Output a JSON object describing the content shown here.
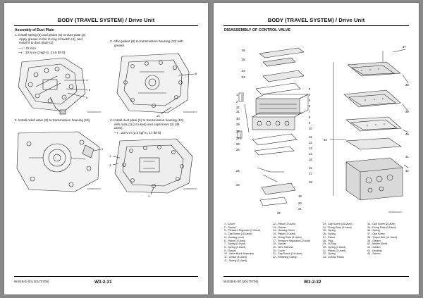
{
  "left_page": {
    "header": "BODY (TRAVEL SYSTEM) / Drive Unit",
    "section_title": "Assembly of Duct Plate",
    "step1": [
      "1.  Install spring (6) and piston (5) to duct plate (2).",
      "Apply grease to the O-ring of switch (4), and",
      "install it to duct plate (2)."
    ],
    "step1_wrench": ": 22 mm",
    "step1_torque": ": 30 N·m (3 kgf·m, 21.5 lbf·ft)",
    "step2": "2.  Install relief valve (9) to transmission housing (10).",
    "step3": [
      "3.  Affix gasket (8) to transmission housing (10) with",
      "grease."
    ],
    "step4": [
      "4.  Install duct plate (2) to transmission housing (10)",
      "with nuts (1) (14 used) and capscrews (3) (36",
      "used)."
    ],
    "step4_torque": ": 23 N·m (2.3 kgf·m, 17 lbf·ft)",
    "fig_labels": {
      "f1": [
        "4",
        "6",
        "5"
      ],
      "f2": [
        "9"
      ],
      "f3": [
        "8",
        "10"
      ],
      "f4": [
        "1",
        "3",
        "2"
      ]
    },
    "captions": [
      "WHGB00403470",
      "WHGB00403471",
      "WHGB00403472",
      "WHGB00403473"
    ],
    "footer_code": "W4GB-E-00 (20170706)",
    "page_number": "W3-2-31"
  },
  "right_page": {
    "header": "BODY (TRAVEL SYSTEM) / Drive Unit",
    "section_title": "DISASSEMBLY OF CONTROL VALVE",
    "callouts": [
      "36",
      "37",
      "35",
      "34",
      "33",
      "1",
      "2",
      "3",
      "4",
      "5",
      "6",
      "7",
      "8",
      "9",
      "10",
      "11",
      "12",
      "13",
      "14",
      "15",
      "16",
      "17",
      "18",
      "19",
      "20",
      "21",
      "22",
      "23",
      "24",
      "25",
      "26",
      "27",
      "28",
      "29",
      "30",
      "31",
      "32",
      "38",
      "39",
      "40",
      "41",
      "42",
      "43"
    ],
    "figure_caption": "WHGB00403474",
    "legend_columns": [
      [
        "1 -  Cover",
        "2 -  Gasket",
        "3 -  Pressure Regulator (3 Used)",
        "4 -  Cap Screw (18 Used)",
        "5 -  Housing cover",
        "6 -  Piston (3 Used)",
        "7 -  Spring (3 Used)",
        "8 -  Spring (3 Used)",
        "9 -  Gasket",
        "10 -  Valve Block Assembly",
        "11 -  Orifice (8 Used)",
        "11 -  Spring (3 Used)"
      ],
      [
        "12 -  Piston (3 Used)",
        "13 -  Gasket",
        "14 -  Housing Cover",
        "15 -  Piston (3 Used)",
        "16 -  Fixing Plate (3 Used)",
        "17 -  Pressure Regulator (3 Used)",
        "18 -  Gasket",
        "19 -  Wire Harness",
        "20 -  Cover",
        "21 -  Cap Screw (14 Used)",
        "22 -  Retaining Clamp"
      ],
      [
        "23 -  Cap Screw (15 Used)",
        "24 -  Fixing Plate (3 Used)",
        "25 -  Spring",
        "26 -  Spring",
        "27 -  Piston",
        "28 -  Plug",
        "29 -  O-Ring",
        "30 -  Spring (3 Used)",
        "31 -  Piston (3 Used)",
        "32 -  Spring",
        "33 -  Control Piston"
      ],
      [
        "34 -  Cap Screw (2 Used)",
        "35 -  Fixing Plate (3 Used)",
        "36 -  Spring",
        "37 -  Cap Screw",
        "38 -  Torque Bolt (14 Used)",
        "39 -  Gasket",
        "40 -  Middle Sheet",
        "41 -  Gasket",
        "42 -  Housing",
        "43 -  Screen"
      ]
    ],
    "footer_code": "W4GB-E-00 (20170706)",
    "page_number": "W3-2-32"
  }
}
